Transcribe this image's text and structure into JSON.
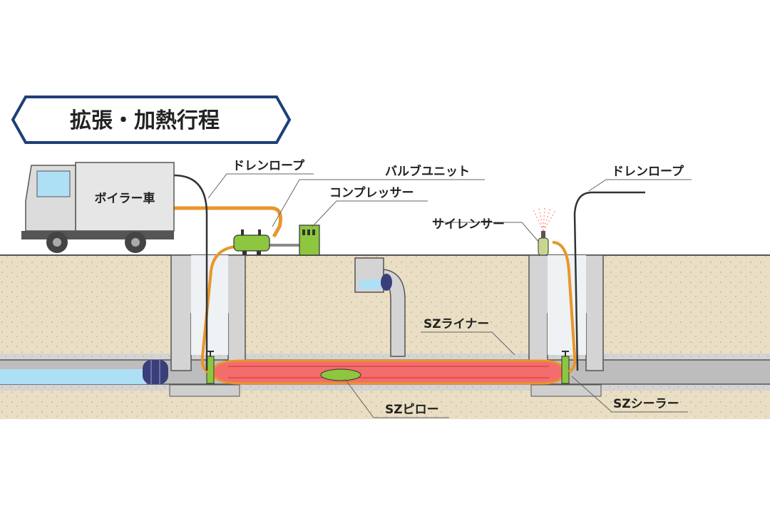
{
  "title": "拡張・加熱行程",
  "labels": {
    "drain_rope_left": "ドレンロープ",
    "valve_unit": "バルブユニット",
    "compressor": "コンプレッサー",
    "silencer": "サイレンサー",
    "drain_rope_right": "ドレンロープ",
    "sz_liner": "SZライナー",
    "sz_pillow": "SZピロー",
    "sz_sealer": "SZシーラー",
    "boiler_truck": "ボイラー車"
  },
  "colors": {
    "title_border": "#1f3f78",
    "soil": "#eadfc4",
    "concrete": "#d4d4d4",
    "water": "#aee0f5",
    "liner_red": "#f36d6d",
    "hose_orange": "#e8962a",
    "equipment_green": "#8dc63f",
    "plug_navy": "#3a3f7a"
  }
}
